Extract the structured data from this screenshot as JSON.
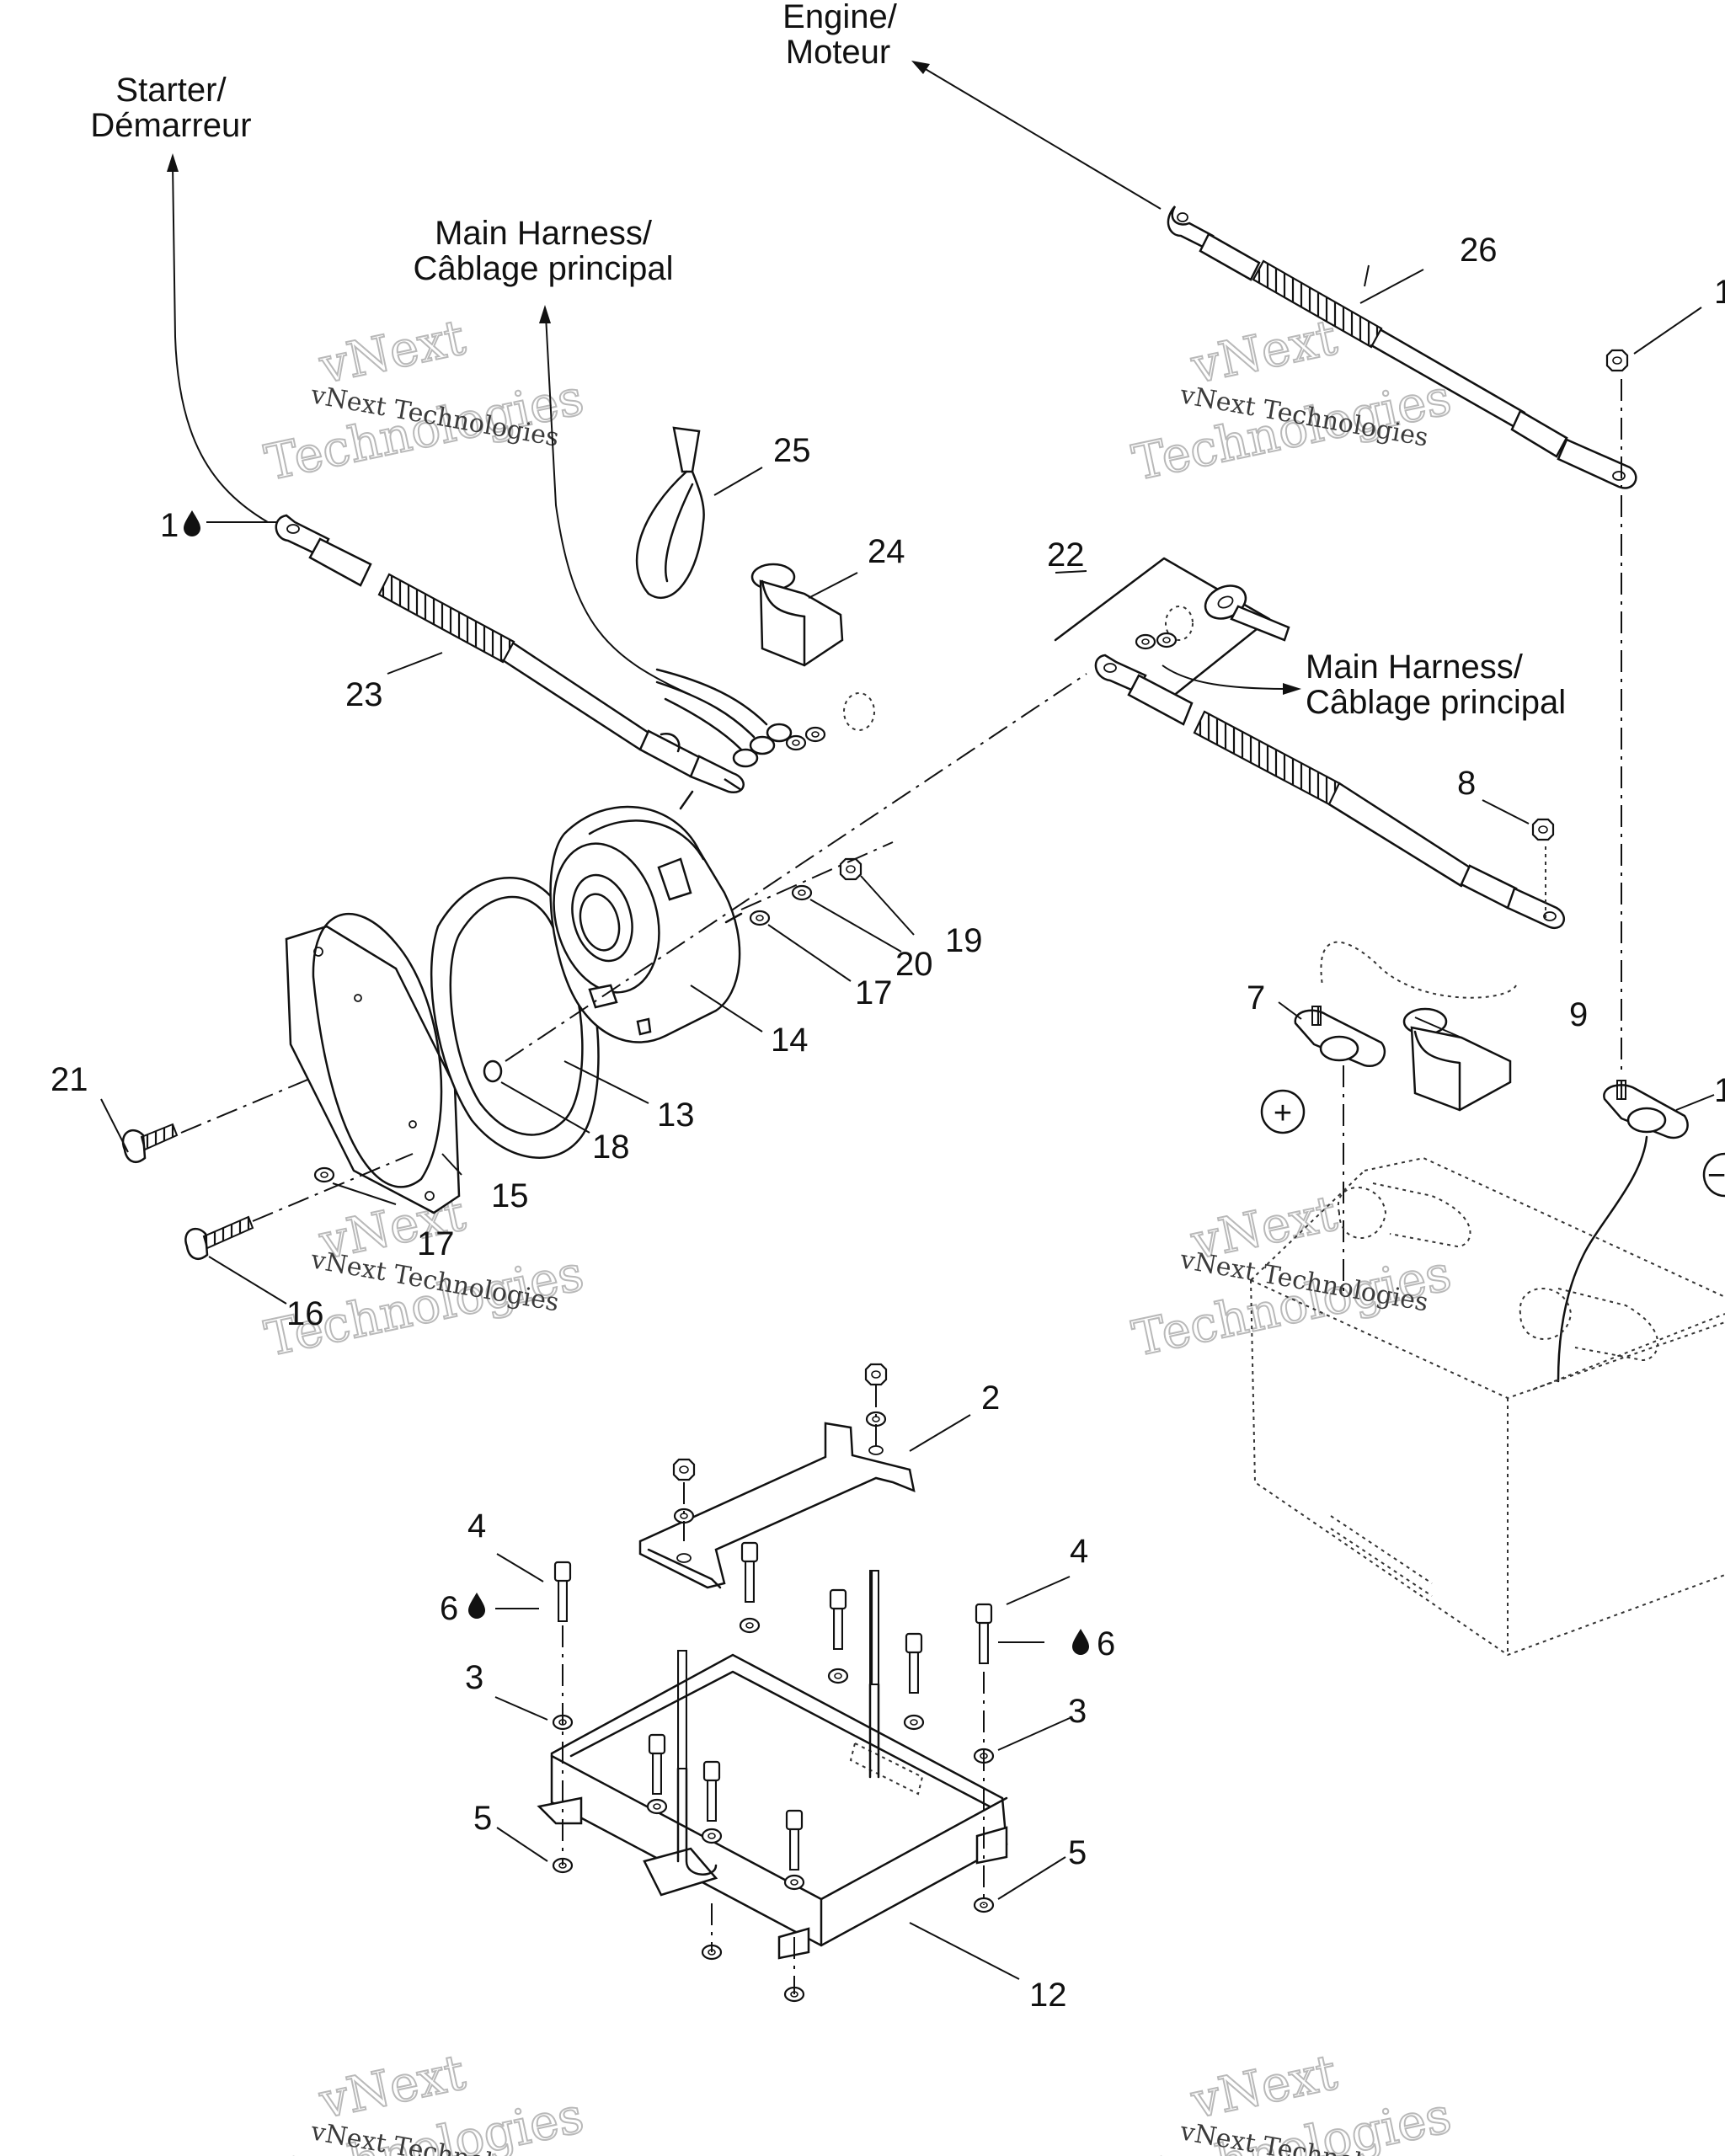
{
  "labels": {
    "engine": [
      "Engine/",
      "Moteur"
    ],
    "starter": [
      "Starter/",
      "Démarreur"
    ],
    "main_harness_top": [
      "Main Harness/",
      "Câblage principal"
    ],
    "main_harness_right": [
      "Main Harness/",
      "Câblage principal"
    ]
  },
  "callouts": {
    "c1": "1",
    "c2": "2",
    "c3a": "3",
    "c3b": "3",
    "c4a": "4",
    "c4b": "4",
    "c5a": "5",
    "c5b": "5",
    "c6a": "6",
    "c6b": "6",
    "c7": "7",
    "c8": "8",
    "c9": "9",
    "c12": "12",
    "c13": "13",
    "c14": "14",
    "c15": "15",
    "c16": "16",
    "c17a": "17",
    "c17b": "17",
    "c18": "18",
    "c19": "19",
    "c20": "20",
    "c21": "21",
    "c22": "22",
    "c23": "23",
    "c24": "24",
    "c25": "25",
    "c26": "26",
    "c10_cut": "1",
    "c11_cut": "1"
  },
  "polarity": {
    "positive": "+",
    "negative": "−"
  },
  "watermark": {
    "line1": "vNext Technologies",
    "big_a": "vNext",
    "big_b": "Technologies"
  },
  "icons": [
    "adhesive-drop-icon"
  ]
}
